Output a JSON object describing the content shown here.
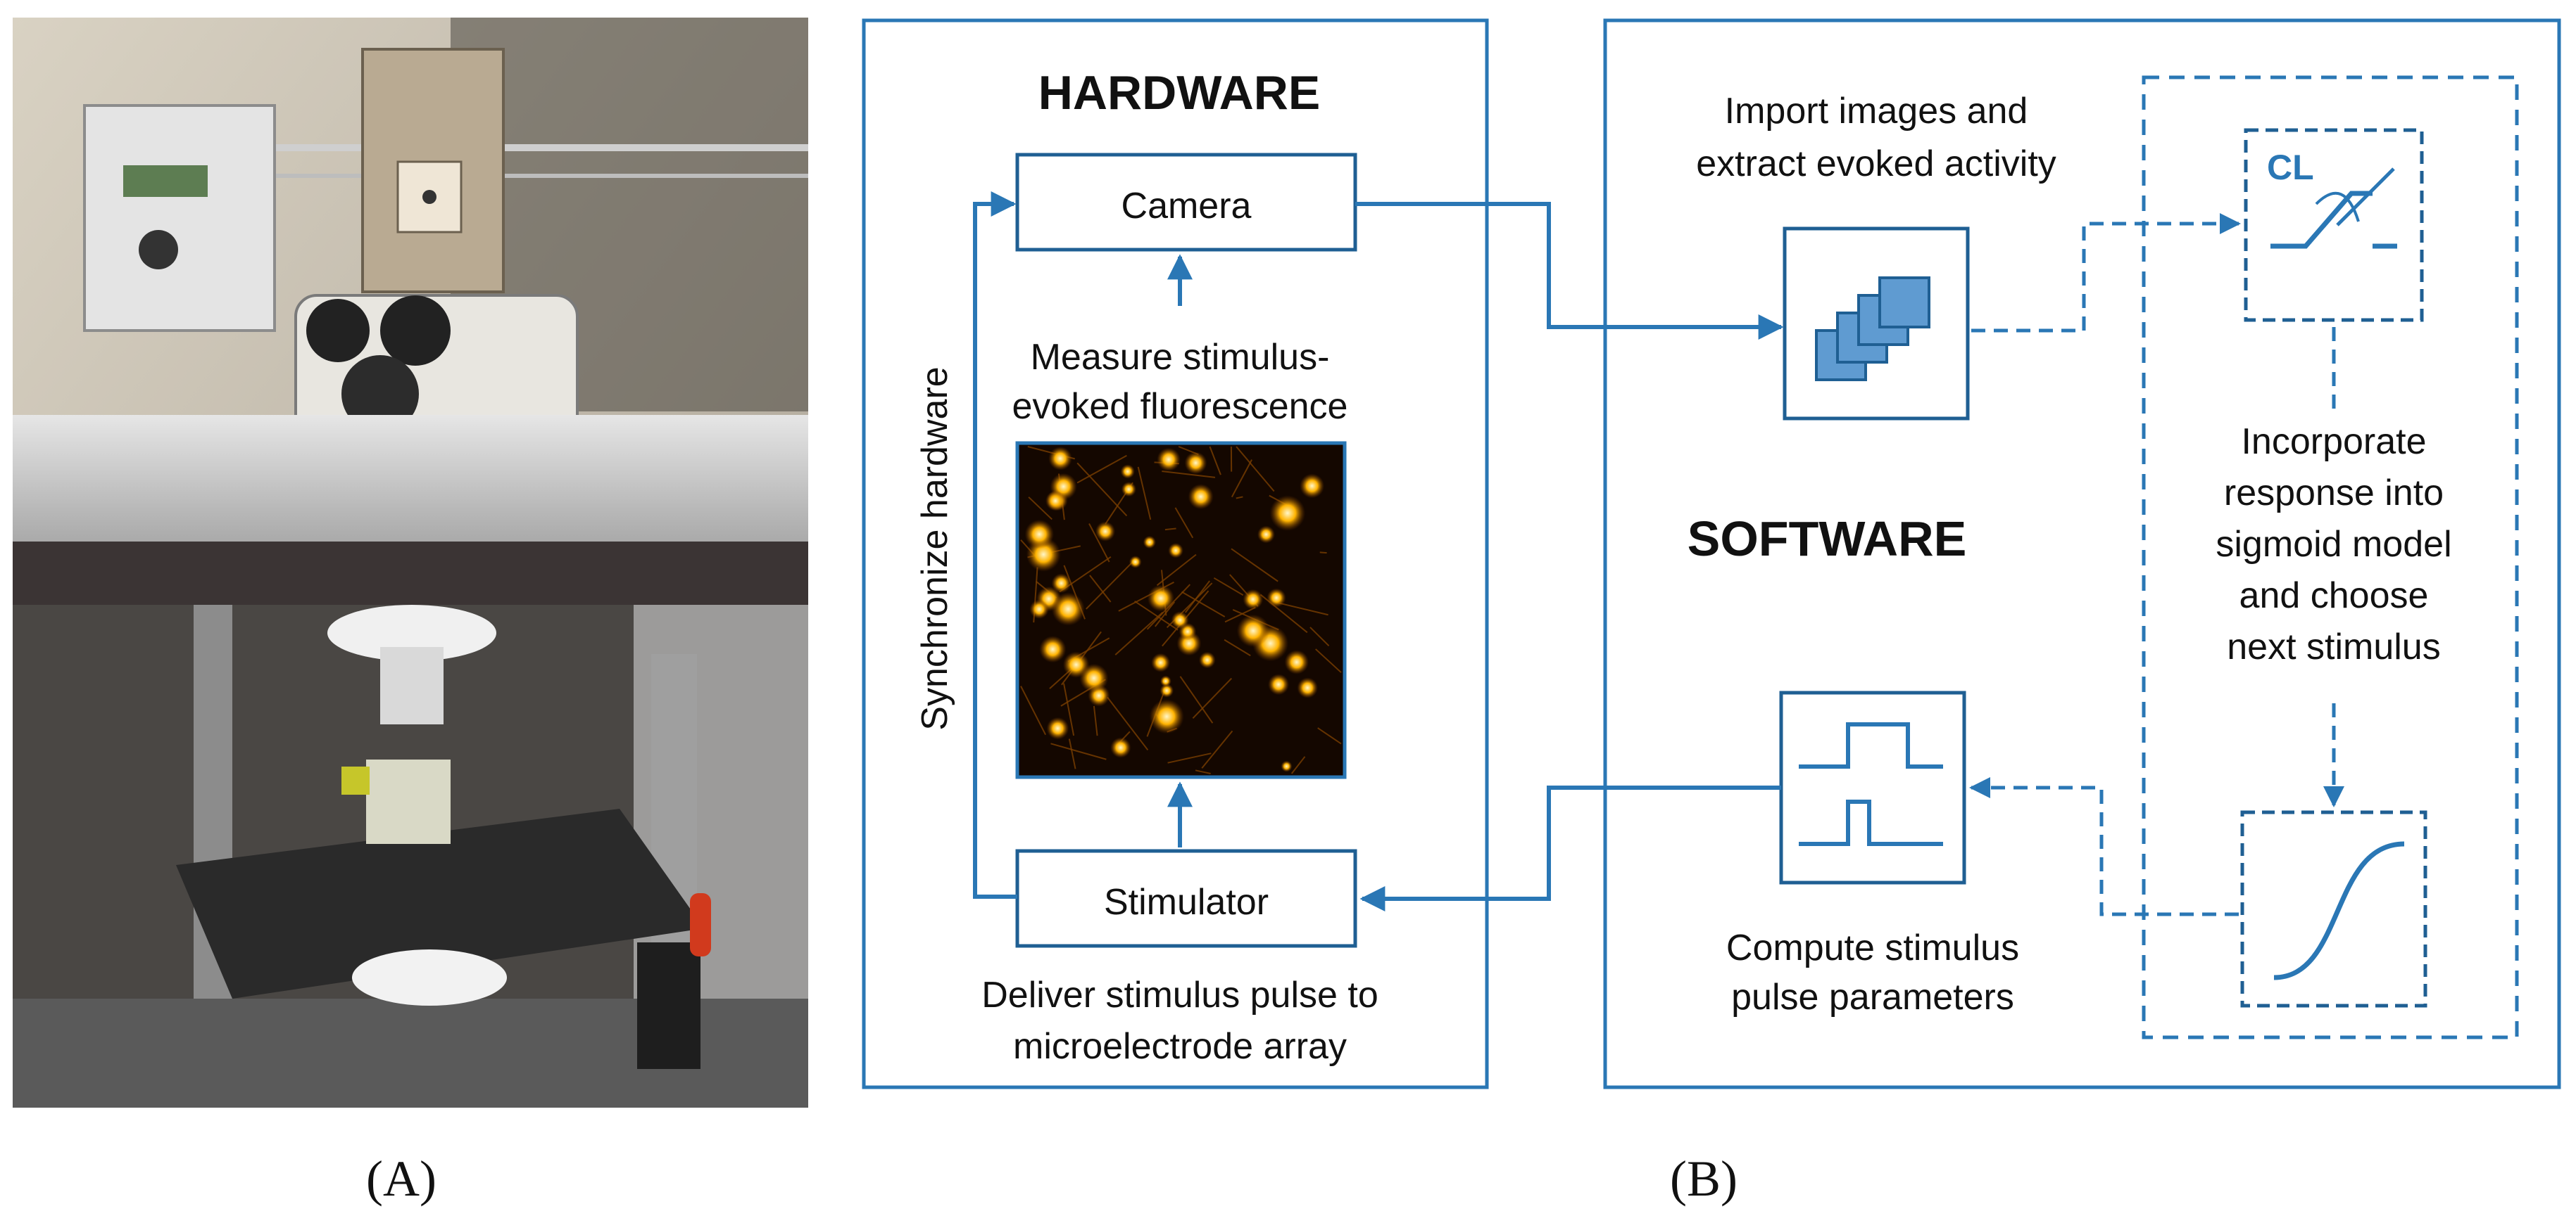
{
  "colors": {
    "accent": "#2a77b5",
    "box_stroke": "#1f5f93",
    "text": "#111111",
    "layer_fill": "#5f9bd1",
    "layer_stroke": "#1f5f93",
    "neuron_glow": "#ffb300"
  },
  "panel_labels": {
    "a": "(A)",
    "b": "(B)"
  },
  "hardware": {
    "title": "HARDWARE",
    "camera_label": "Camera",
    "stimulator_label": "Stimulator",
    "measure_text": [
      "Measure stimulus-",
      "evoked fluorescence"
    ],
    "sync_text": "Synchronize hardware",
    "deliver_text": [
      "Deliver stimulus pulse to",
      "microelectrode array"
    ]
  },
  "software": {
    "title": "SOFTWARE",
    "import_text": [
      "Import images and",
      "extract evoked activity"
    ],
    "compute_text": [
      "Compute stimulus",
      "pulse parameters"
    ],
    "cl_label": "CL",
    "incorporate_text": [
      "Incorporate",
      "response into",
      "sigmoid model",
      "and choose",
      "next stimulus"
    ]
  },
  "icons": {
    "photo": "microscope-rig-photo",
    "fluorescence": "fluorescence-image",
    "image_stack": "image-stack-icon",
    "pulse": "pulse-waveform-icon",
    "closed_loop": "closed-loop-control-icon",
    "sigmoid": "sigmoid-curve-icon"
  }
}
